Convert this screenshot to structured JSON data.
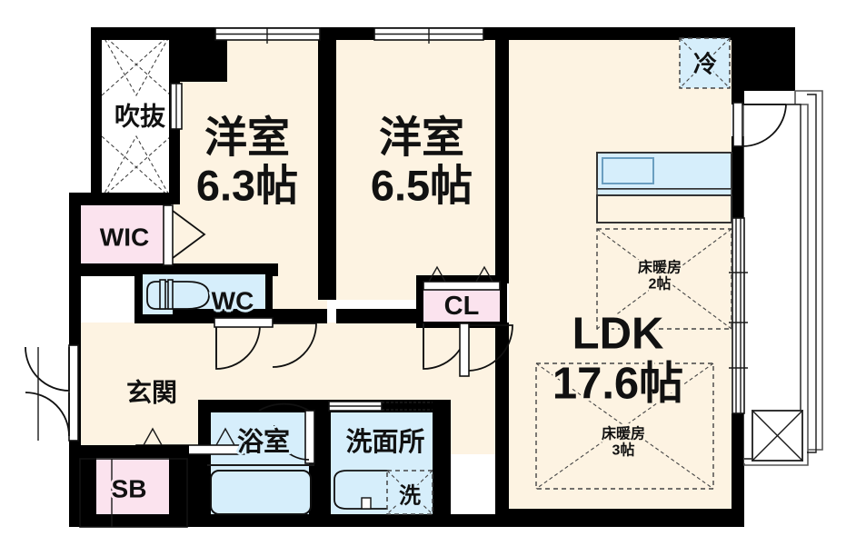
{
  "plan": {
    "type": "japanese-floor-plan",
    "layout_code": "2LDK",
    "colors": {
      "wall": "#000000",
      "room_floor": "#fdf3e2",
      "wet_area": "#d6eefb",
      "closet": "#fbe3ee",
      "void": "#ffffff",
      "outline": "#1a1a1a",
      "text": "#111111"
    }
  },
  "rooms": {
    "void": {
      "name": "吹抜",
      "label": "吹抜"
    },
    "bedroom_left": {
      "name": "洋室",
      "size": "6.3帖",
      "label_line1": "洋室",
      "label_line2": "6.3帖"
    },
    "bedroom_right": {
      "name": "洋室",
      "size": "6.5帖",
      "label_line1": "洋室",
      "label_line2": "6.5帖"
    },
    "ldk": {
      "name": "LDK",
      "size": "17.6帖",
      "label_line1": "LDK",
      "label_line2": "17.6帖"
    },
    "wic": {
      "label": "WIC"
    },
    "wc": {
      "label": "WC"
    },
    "cl": {
      "label": "CL"
    },
    "genkan": {
      "label": "玄関"
    },
    "sb": {
      "label": "SB"
    },
    "bath": {
      "label": "浴室"
    },
    "washroom": {
      "label": "洗面所"
    }
  },
  "fixtures": {
    "refrigerator": {
      "label": "冷",
      "name": "refrigerator-space"
    },
    "washer": {
      "label": "洗",
      "name": "washing-machine-space"
    },
    "floor_heating_upper": {
      "line1": "床暖房",
      "line2": "2帖"
    },
    "floor_heating_lower": {
      "line1": "床暖房",
      "line2": "3帖"
    }
  }
}
